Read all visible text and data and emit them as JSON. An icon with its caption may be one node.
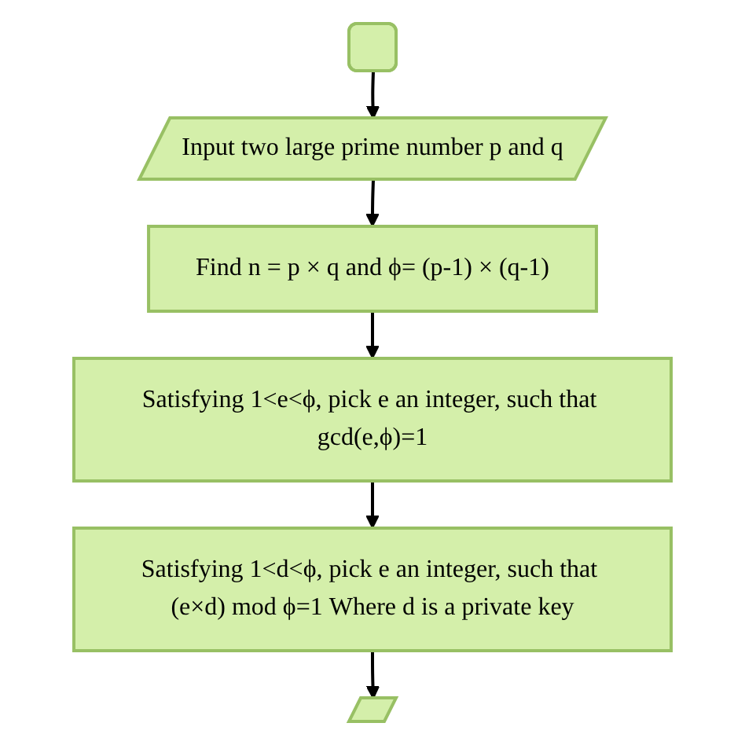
{
  "diagram": {
    "nodes": [
      {
        "text": [],
        "shape": "box"
      },
      {
        "text": [
          "Input two large prime number p and q"
        ]
      },
      {
        "text": [
          "Find n = p × q and ϕ= (p-1) × (q-1)"
        ]
      },
      {
        "text": [
          "Satisfying 1<e<ϕ, pick e an integer, such that gcd(e,ϕ)=1"
        ]
      },
      {
        "text": [
          "Satisfying 1<d<ϕ, pick e an integer, such that (e×d) mod ϕ=1 Where d is a private key"
        ]
      },
      {
        "text": [],
        "shape": "parallelogram"
      }
    ],
    "edges": [
      {
        "from": 0,
        "to": 1,
        "arrow": "to"
      },
      {
        "from": 1,
        "to": 2,
        "arrow": "to"
      },
      {
        "from": 2,
        "to": 3,
        "arrow": "to"
      },
      {
        "from": 3,
        "to": 4,
        "arrow": "to"
      },
      {
        "from": 4,
        "to": 5,
        "arrow": "to"
      }
    ]
  }
}
